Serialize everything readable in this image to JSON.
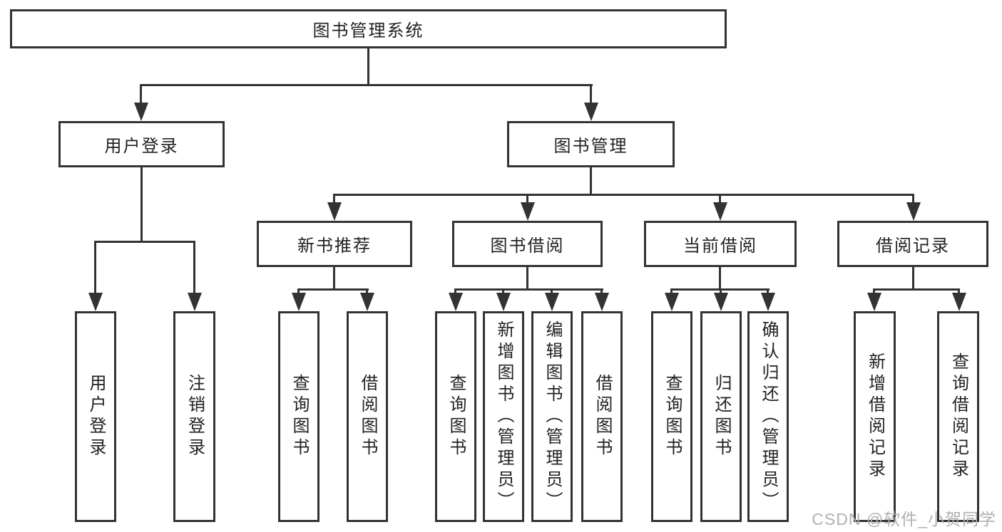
{
  "nodes": {
    "root": "图书管理系统",
    "login": "用户登录",
    "login_children": [
      "用户登录",
      "注销登录"
    ],
    "manage": "图书管理",
    "groups": [
      {
        "label": "新书推荐",
        "children": [
          "查询图书",
          "借阅图书"
        ]
      },
      {
        "label": "图书借阅",
        "children": [
          "查询图书",
          "新增图书（管理员）",
          "编辑图书（管理员）",
          "借阅图书"
        ]
      },
      {
        "label": "当前借阅",
        "children": [
          "查询图书",
          "归还图书",
          "确认归还（管理员）"
        ]
      },
      {
        "label": "借阅记录",
        "children": [
          "新增借阅记录",
          "查询借阅记录"
        ]
      }
    ]
  },
  "watermark": "CSDN @软件_小贺同学",
  "colors": {
    "line": "#333333",
    "text": "#222222",
    "watermark": "#b0b0b0",
    "background": "#ffffff"
  }
}
